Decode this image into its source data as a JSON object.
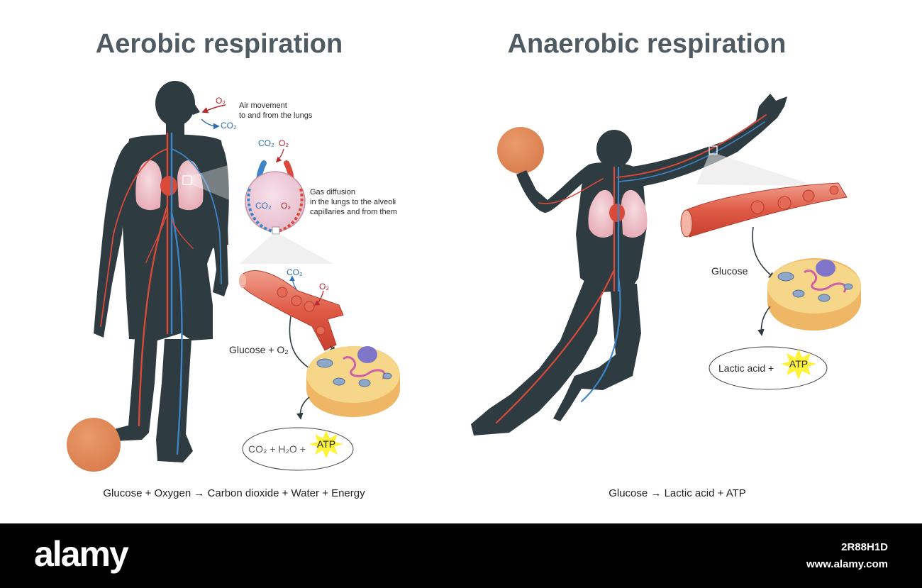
{
  "aerobic": {
    "title": "Aerobic respiration",
    "o2_breath": "O₂",
    "co2_breath": "CO₂",
    "air_movement_line1": "Air movement",
    "air_movement_line2": "to and from the lungs",
    "alveolus_co2_top": "CO₂",
    "alveolus_o2_top": "O₂",
    "alveolus_co2_inner": "CO₂",
    "alveolus_o2_inner": "O₂",
    "gas_diffusion_line1": "Gas diffusion",
    "gas_diffusion_line2": "in the lungs to the alveoli",
    "gas_diffusion_line3": "capillaries and from them",
    "vessel_co2": "CO₂",
    "vessel_o2": "O₂",
    "glucose_o2": "Glucose + O₂",
    "products_text": "CO₂ + H₂O +",
    "atp": "ATP",
    "equation": "Glucose + Oxygen → Carbon dioxide + Water + Energy"
  },
  "anaerobic": {
    "title": "Anaerobic respiration",
    "glucose": "Glucose",
    "products_text": "Lactic acid +",
    "atp": "ATP",
    "equation": "Glucose → Lactic acid + ATP"
  },
  "banner": {
    "brand": "alamy",
    "image_id": "2R88H1D",
    "url": "www.alamy.com"
  },
  "colors": {
    "silhouette": "#2e3b40",
    "title": "#4f5b62",
    "artery": "#d94a3a",
    "vein": "#3d85c6",
    "lung": "#f1c9cf",
    "ball": "#e0895a",
    "cell": "#f6d689",
    "atp_star": "#fff23a"
  }
}
